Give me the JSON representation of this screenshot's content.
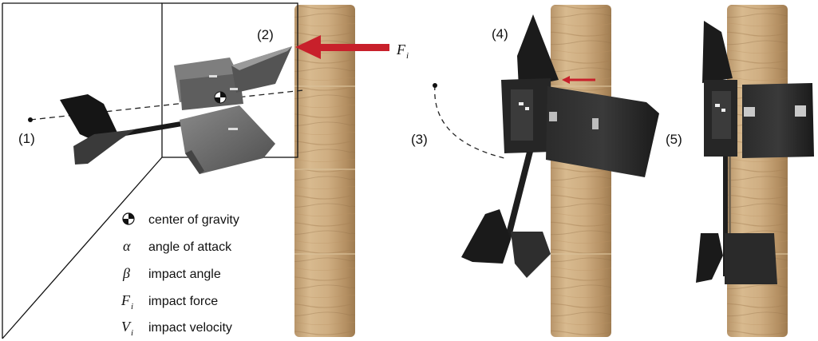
{
  "labels": {
    "step1": "(1)",
    "step2": "(2)",
    "step3": "(3)",
    "step4": "(4)",
    "step5": "(5)"
  },
  "force_label": {
    "symbol": "F",
    "subscript": "i"
  },
  "legend": [
    {
      "symbol": "",
      "subscript": "",
      "text": "center of gravity",
      "icon": "center-of-gravity-icon"
    },
    {
      "symbol": "α",
      "subscript": "",
      "text": "angle of attack"
    },
    {
      "symbol": "β",
      "subscript": "",
      "text": "impact angle"
    },
    {
      "symbol": "F",
      "subscript": "i",
      "text": "impact force"
    },
    {
      "symbol": "V",
      "subscript": "i",
      "text": "impact velocity"
    }
  ],
  "colors": {
    "force_arrow": "#c8202b",
    "wood_base": "#c9a87a",
    "wood_dark": "#a98556",
    "body_dark": "#1e1e1e",
    "body_grey": "#6d6d6d"
  }
}
